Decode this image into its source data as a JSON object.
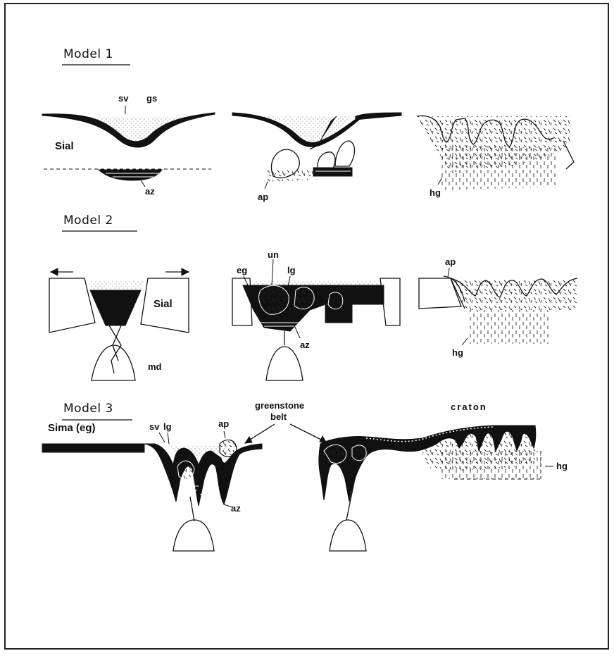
{
  "models": {
    "m1": {
      "title": "Model  1"
    },
    "m2": {
      "title": "Model  2"
    },
    "m3": {
      "title": "Model  3"
    }
  },
  "labels": {
    "sv": "sv",
    "gs": "gs",
    "sial": "Sial",
    "az": "az",
    "ap": "ap",
    "hg": "hg",
    "un": "un",
    "eg": "eg",
    "lg": "lg",
    "md": "md",
    "sima_eg": "Sima (eg)",
    "greenstone": "greenstone",
    "belt": "belt",
    "craton": "craton"
  },
  "colors": {
    "ink": "#111111",
    "paper": "#ffffff"
  }
}
